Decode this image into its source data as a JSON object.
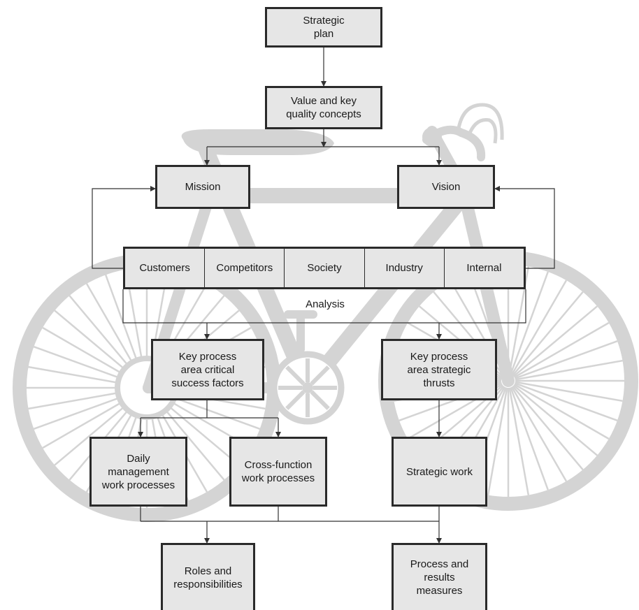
{
  "diagram": {
    "strategic_plan": "Strategic\nplan",
    "value_concepts": "Value and key\nquality concepts",
    "mission": "Mission",
    "vision": "Vision",
    "analysis_items": [
      "Customers",
      "Competitors",
      "Society",
      "Industry",
      "Internal"
    ],
    "analysis_label": "Analysis",
    "kpa_csf": "Key process\narea critical\nsuccess factors",
    "kpa_thrusts": "Key process\narea strategic\nthrusts",
    "daily_mgmt": "Daily\nmanagement\nwork processes",
    "cross_function": "Cross-function\nwork processes",
    "strategic_work": "Strategic work",
    "roles": "Roles and\nresponsibilities",
    "measures": "Process and\nresults\nmeasures"
  },
  "colors": {
    "bicycle": "#d4d4d4",
    "box_fill": "#e6e6e6",
    "box_border": "#2a2a2a",
    "connector": "#333333"
  },
  "icons": {
    "background": "bicycle-illustration"
  }
}
